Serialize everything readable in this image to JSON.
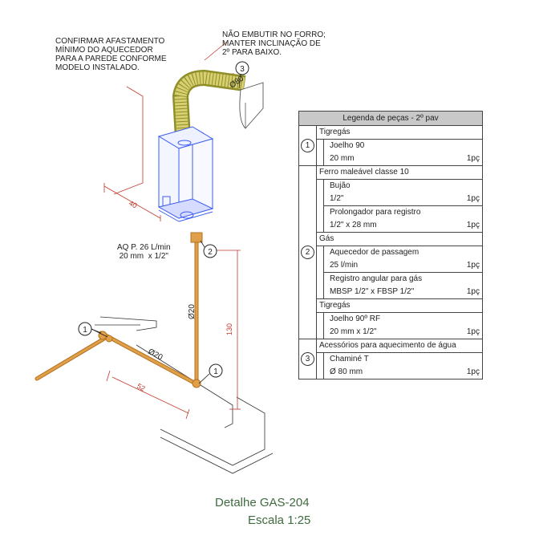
{
  "notes": {
    "afastamento": "CONFIRMAR AFASTAMENTO\nMÍNIMO DO AQUECEDOR\nPARA A PAREDE CONFORME\nMODELO INSTALADO.",
    "forro": "NÃO EMBUTIR NO FORRO;\nMANTER INCLINAÇÃO DE\n2º PARA BAIXO.",
    "aq": "AQ P. 26 L/min\n20 mm  x 1/2\""
  },
  "dimensions": {
    "d80": "Ø80",
    "d20_vertical": "Ø20",
    "d20_horizontal": "Ø20",
    "h130": "130",
    "w40": "40",
    "w52": "52"
  },
  "callouts": {
    "c1a": "1",
    "c1b": "1",
    "c2": "2",
    "c3": "3"
  },
  "legend": {
    "header": "Legenda de peças - 2º pav",
    "groups": [
      {
        "num": "1",
        "sections": [
          {
            "category": "Tigregás",
            "items": [
              {
                "name": "Joelho 90",
                "spec": "20 mm",
                "qty": "1pç"
              }
            ]
          }
        ]
      },
      {
        "num": "2",
        "sections": [
          {
            "category": "Ferro maleável classe 10",
            "items": [
              {
                "name": "Bujão",
                "spec": "1/2\"",
                "qty": "1pç"
              },
              {
                "name": "Prolongador para registro",
                "spec": "1/2\" x 28 mm",
                "qty": "1pç"
              }
            ]
          },
          {
            "category": "Gás",
            "items": [
              {
                "name": "Aquecedor de passagem",
                "spec": "25 l/min",
                "qty": "1pç"
              },
              {
                "name": "Registro angular para gás",
                "spec": "MBSP 1/2\" x FBSP 1/2\"",
                "qty": "1pç"
              }
            ]
          },
          {
            "category": "Tigregás",
            "items": [
              {
                "name": "Joelho 90º RF",
                "spec": "20 mm x 1/2\"",
                "qty": "1pç"
              }
            ]
          }
        ]
      },
      {
        "num": "3",
        "sections": [
          {
            "category": "Acessórios para aquecimento de água",
            "items": [
              {
                "name": "Chaminé T",
                "spec": "Ø 80 mm",
                "qty": "1pç"
              }
            ]
          }
        ]
      }
    ]
  },
  "title": {
    "detail": "Detalhe GAS-204",
    "scale": "Escala 1:25"
  },
  "colors": {
    "pipe": "#e0a04a",
    "pipe_edge": "#b5721f",
    "heater": "#3a5cf0",
    "dim": "#c0392b",
    "title": "#3f6b3f"
  }
}
